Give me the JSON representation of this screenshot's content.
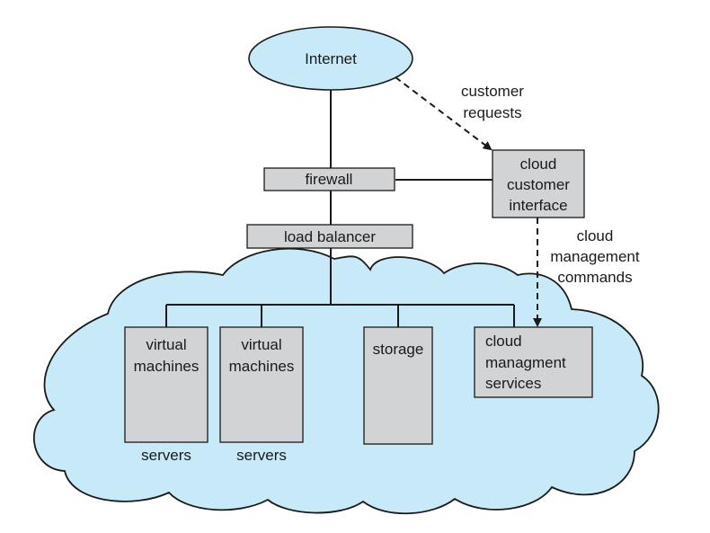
{
  "colors": {
    "cloud_fill": "#c8e9f8",
    "ellipse_fill": "#c8e9f8",
    "box_fill": "#d1d3d4",
    "line": "#1a1a1a"
  },
  "nodes": {
    "internet": "Internet",
    "firewall": "firewall",
    "load_balancer": "load balancer",
    "cloud_customer_interface": [
      "cloud",
      "customer",
      "interface"
    ],
    "vm1": [
      "virtual",
      "machines"
    ],
    "vm2": [
      "virtual",
      "machines"
    ],
    "storage": "storage",
    "management_services": [
      "cloud",
      "managment",
      "services"
    ]
  },
  "labels": {
    "customer_requests": [
      "customer",
      "requests"
    ],
    "management_commands": [
      "cloud",
      "management",
      "commands"
    ],
    "servers_1": "servers",
    "servers_2": "servers"
  }
}
